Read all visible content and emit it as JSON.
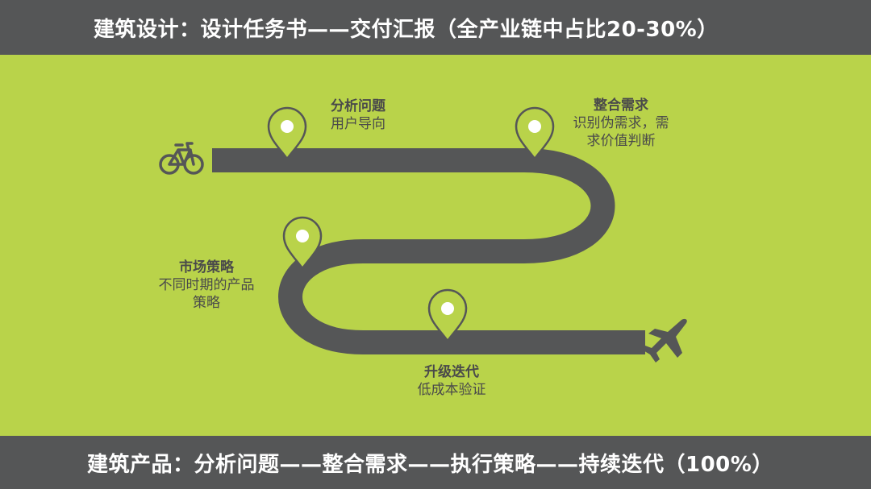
{
  "header": {
    "title": "建筑设计：设计任务书——交付汇报（全产业链中占比20-30%）"
  },
  "footer": {
    "title": "建筑产品：分析问题——整合需求——执行策略——持续迭代（100%）"
  },
  "steps": [
    {
      "title": "分析问题",
      "desc": "用户导向"
    },
    {
      "title": "整合需求",
      "desc_line1": "识别伪需求，需",
      "desc_line2": "求价值判断"
    },
    {
      "title": "市场策略",
      "desc_line1": "不同时期的产品",
      "desc_line2": "策略"
    },
    {
      "title": "升级迭代",
      "desc": "低成本验证"
    }
  ],
  "icons": {
    "start": "bicycle-icon",
    "end": "airplane-icon",
    "markers": "map-pin-icon"
  },
  "colors": {
    "background": "#b9d34a",
    "bars": "#555657",
    "road": "#555657",
    "text": "#4a4a4a"
  }
}
